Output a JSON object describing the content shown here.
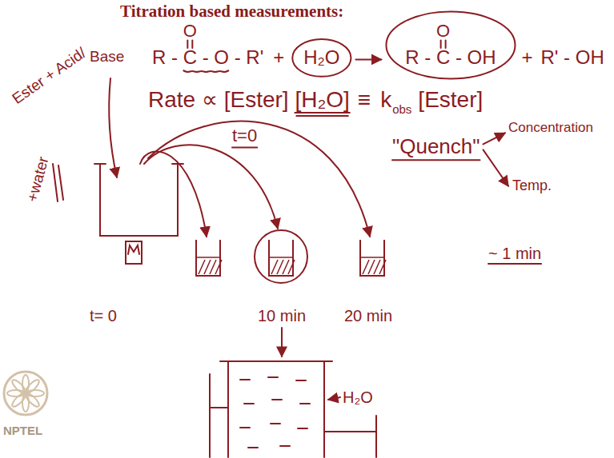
{
  "diagram": {
    "title": "Titration based measurements:",
    "labels": [
      "O",
      "R - C - O - R'",
      "+",
      "H₂O",
      "O",
      "R - C - OH",
      "+",
      "R' - OH",
      "Rate ∝ [Ester] [H₂O]",
      "≡",
      "k",
      "obs",
      "[Ester]",
      "Ester + Acid/",
      "Base",
      "+water",
      "t=0",
      "\"Quench\"",
      "Concentration",
      "Temp.",
      "~ 1 min",
      "t= 0",
      "10 min",
      "20 min",
      "H₂O",
      "NPTEL"
    ]
  }
}
